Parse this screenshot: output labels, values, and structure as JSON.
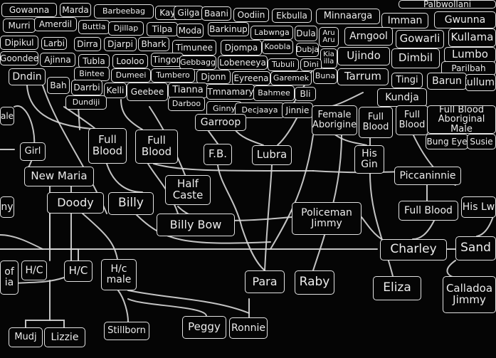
{
  "colors": {
    "background": "#050505",
    "chalk": "#e6e6e6"
  },
  "nodes": {
    "gowanna": "Gowanna",
    "marda": "Marda",
    "barbeebag": "Barbeebag",
    "kayi": "Kayi",
    "gilga": "Gilga",
    "baani": "Baani",
    "oodiin": "Oodiin",
    "ekbulla": "Ekbulla",
    "minnaarga": "Minnaarga",
    "palbwollani": "Palbwollani",
    "imman": "Imman",
    "gwunna": "Gwunna",
    "murri": "Murri",
    "amerdil": "Amerdil",
    "buttla": "Buttla",
    "djillap": "Djillap",
    "tilpa": "Tilpa",
    "moda": "Moda",
    "barkinup": "Barkinup",
    "labwnga": "Labwnga",
    "dula": "Dula",
    "aru_aru": "Aru\nAru",
    "arngool": "Arngool",
    "gowarli": "Gowarli",
    "kullama": "Kullama",
    "dipikul": "Dipikul",
    "larbi": "Larbi",
    "dirra": "Dirra",
    "djarpi": "Djarpi",
    "bhark": "Bhark",
    "timunee": "Timunee",
    "djompa": "Djompa",
    "koobla": "Koobla",
    "dubja": "Dubja",
    "kia_illa": "Kia\nilla",
    "goondee": "Goondee",
    "ajinna": "Ajinna",
    "tubla": "Tubla",
    "looloo": "Looloo",
    "tingon": "Tingon",
    "gebbagg": "Gebbagg",
    "lobeneeya": "Lobeneeya",
    "tubuli": "Tubuli",
    "dini": "Dini",
    "ujindo": "Ujindo",
    "dimbil": "Dimbil",
    "lumbo": "Lumbo",
    "parilbah": "Parilbah",
    "dndin": "Dndin",
    "bintee": "Bintee",
    "dumeei": "Dumeei",
    "tumbero": "Tumbero",
    "djonn": "Djonn",
    "eyreena": "Eyreena",
    "garemek": "Garemek",
    "buna": "Buna",
    "tarrum": "Tarrum",
    "tingi": "Tingi",
    "barun": "Barun",
    "kulluma": "Kulluma",
    "bah": "Bah",
    "darrbi": "Darrbi",
    "kelli": "Kelli",
    "geebee": "Geebee",
    "tianna": "Tianna",
    "tmnamary": "Tmnamary",
    "bahmee": "Bahmee",
    "bli": "Bli",
    "kundja": "Kundja",
    "dundiji": "Dundiji",
    "darboo": "Darboo",
    "ale": "ale",
    "ginny": "Ginny",
    "decjaaya": "Decjaaya",
    "jinnie": "Jinnie",
    "female_aborigine": "Female\nAborigine",
    "full_blood_1": "Full\nBlood",
    "full_blood_2": "Full\nBlood",
    "full_blood_aboriginal_male": "Full Blood\nAboriginal Male",
    "garroop": "Garroop",
    "bung_eye": "Bung Eye",
    "susie": "Susie",
    "full_blood_3": "Full\nBlood",
    "full_blood_4": "Full\nBlood",
    "fb": "F.B.",
    "lubra": "Lubra",
    "girl": "Girl",
    "his_gin": "His\nGin",
    "new_maria": "New Maria",
    "half_caste": "Half\nCaste",
    "piccaninnie": "Piccaninnie",
    "ny": "ny",
    "doody": "Doody",
    "billy": "Billy",
    "full_blood_5": "Full Blood",
    "his_lw": "His Lw",
    "policeman_jimmy": "Policeman\nJimmy",
    "billy_bow": "Billy Bow",
    "charley": "Charley",
    "sand": "Sand",
    "of_ia": "of\nia",
    "hc_1": "H/C",
    "hc_2": "H/C",
    "hc_male": "H/c\nmale",
    "para": "Para",
    "raby": "Raby",
    "eliza": "Eliza",
    "calladoa_jimmy": "Calladoa\nJimmy",
    "peggy": "Peggy",
    "ronnie": "Ronnie",
    "mudj": "Mudj",
    "lizzie": "Lizzie",
    "stillborn": "Stillborn"
  }
}
